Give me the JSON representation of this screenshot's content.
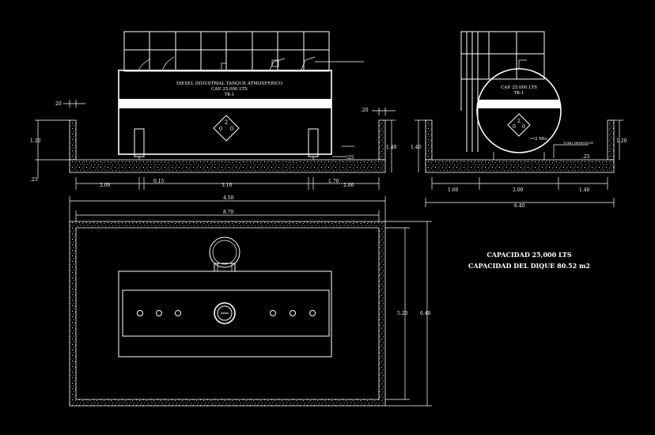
{
  "tank_label": {
    "line1": "DIESEL INDUSTRIAL TANQUE ATMOSFERICO",
    "line2": "CAP. 25,000 LTS",
    "line3": "TK-1"
  },
  "side_tank_label": {
    "line1": "CAP. 25,000 LTS",
    "line2": "TK-1"
  },
  "hazard": {
    "top": "2",
    "left": "0",
    "right": "0"
  },
  "side_hazard": {
    "top": "2",
    "left": "0",
    "right": "0"
  },
  "front_dims": {
    "gap_left": "20",
    "gap_right": ".20",
    "height_left": "1.20",
    "height_right": "1.40",
    "below_grade": ".25",
    "slab": ".25",
    "seg_left": "2.00",
    "support": "0.15",
    "center": "3.10",
    "support_right": "1.70",
    "seg_right": "2.00"
  },
  "side_dims": {
    "height_left": "1.40",
    "height_right": "1.20",
    "slab": ".25",
    "pipe_label": "2 Mts",
    "bracket_label": "TUBO DESFOGUE",
    "seg1": "1.60",
    "seg2": "2.00",
    "seg3": "1.40",
    "total": "6.40"
  },
  "plan_dims": {
    "outer_width": "4.50",
    "inner_width": "8.70",
    "inner_height": "5.20",
    "outer_height": "6.40"
  },
  "notes": {
    "capacity": "CAPACIDAD  25,000  LTS",
    "dike": "CAPACIDAD  DEL  DIQUE  80.52  m2"
  },
  "colors": {
    "background": "#000000",
    "lines": "#ffffff"
  }
}
